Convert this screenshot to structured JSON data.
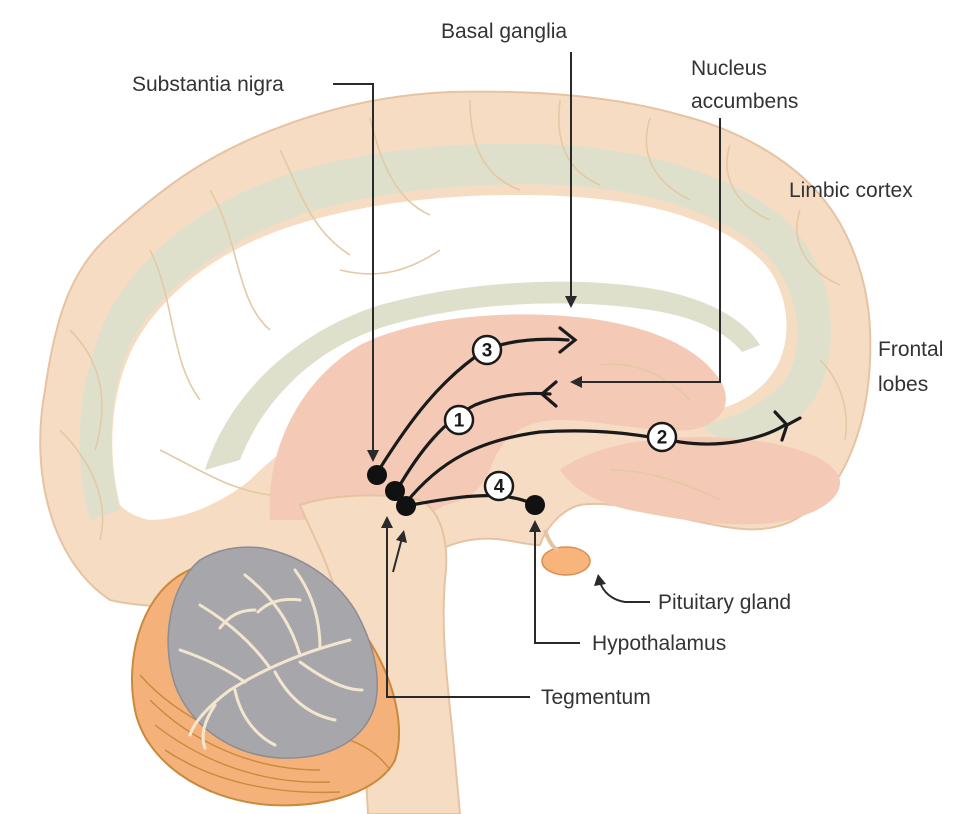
{
  "labels": {
    "substantia_nigra": "Substantia nigra",
    "basal_ganglia": "Basal ganglia",
    "nucleus_accumbens_line1": "Nucleus",
    "nucleus_accumbens_line2": "accumbens",
    "limbic_cortex": "Limbic cortex",
    "frontal_lobes_line1": "Frontal",
    "frontal_lobes_line2": "lobes",
    "pituitary_gland": "Pituitary gland",
    "hypothalamus": "Hypothalamus",
    "tegmentum": "Tegmentum"
  },
  "pathways": {
    "p1": "1",
    "p2": "2",
    "p3": "3",
    "p4": "4"
  },
  "colors": {
    "cortex": "#f7dcc4",
    "cortex_inner": "#f4c9b5",
    "limbic_band": "#dfe0cc",
    "white_matter": "#ffffff",
    "cerebellum_grey": "#a6a6ab",
    "cerebellum_orange": "#f4b27a",
    "pituitary": "#f7b57c",
    "pathway": "#1a1a1a"
  }
}
